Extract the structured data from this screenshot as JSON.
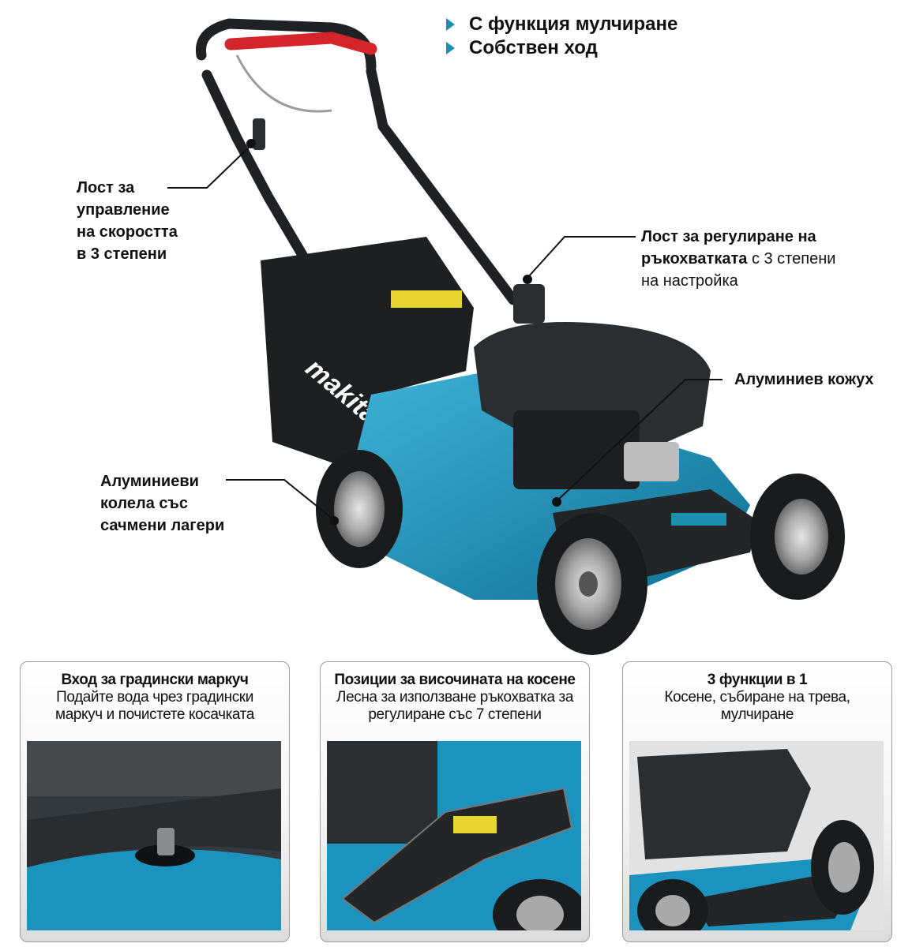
{
  "features": [
    {
      "text": "С функция мулчиране"
    },
    {
      "text": "Собствен ход"
    }
  ],
  "callouts": {
    "speed_lever": {
      "line1": "Лост за",
      "line2": "управление",
      "line3": "на скоростта",
      "line4": "в 3 степени"
    },
    "handle_lever": {
      "bold1": "Лост за регулиране на",
      "bold2": "ръкохватката",
      "rest2": " с 3 степени",
      "line3": "на настройка"
    },
    "housing": {
      "text": "Алуминиев кожух"
    },
    "wheels": {
      "line1": "Алуминиеви",
      "line2": "колела със",
      "line3": "сачмени лагери"
    }
  },
  "mower_logo": "makita",
  "panels": [
    {
      "title": "Вход за градински маркуч",
      "line1": "Подайте вода чрез градински",
      "line2": "маркуч и почистете косачката"
    },
    {
      "title": "Позиции за височината на косене",
      "line1": "Лесна за използване ръкохватка за",
      "line2": "регулиране със 7 степени"
    },
    {
      "title": "3 функции в 1",
      "line1": "Косене, събиране на трева,",
      "line2": "мулчиране"
    }
  ],
  "colors": {
    "accent": "#1d8fb0",
    "deck": "#1c93bf",
    "grip": "#d4242c",
    "body": "#2b2e31"
  }
}
